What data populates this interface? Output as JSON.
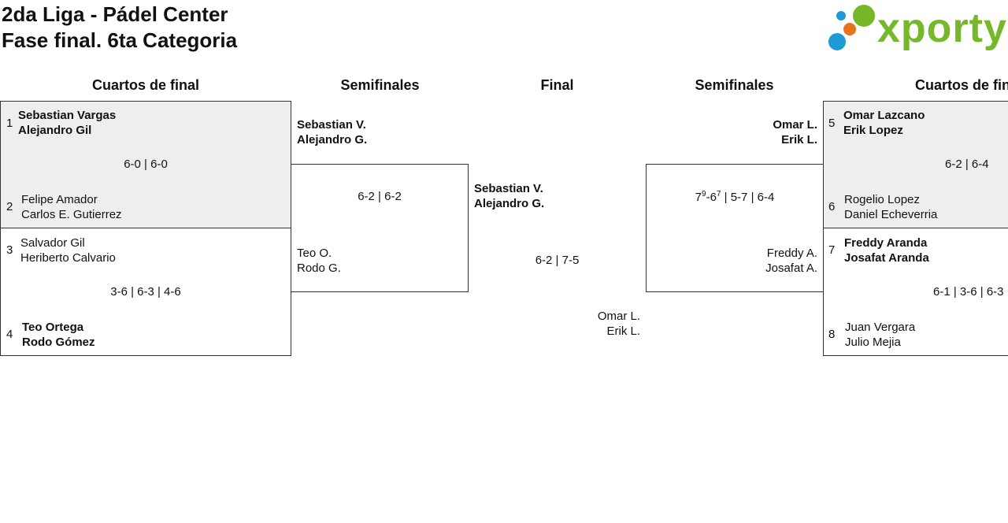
{
  "header": {
    "title_line1": "2da Liga - Pádel Center",
    "title_line2": "Fase final. 6ta Categoria"
  },
  "logo": {
    "text": "xporty",
    "colors": {
      "green": "#77b82a",
      "blue": "#1e9bd7",
      "orange": "#e8731e"
    }
  },
  "columns": {
    "left_quarters": "Cuartos de final",
    "left_semis": "Semifinales",
    "final": "Final",
    "right_semis": "Semifinales",
    "right_quarters": "Cuartos de final"
  },
  "left_quarters": {
    "match1": {
      "seed_a": "1",
      "a1": "Sebastian Vargas",
      "a2": "Alejandro Gil",
      "score": "6-0 | 6-0",
      "seed_b": "2",
      "b1": "Felipe Amador",
      "b2": "Carlos E. Gutierrez"
    },
    "match2": {
      "seed_a": "3",
      "a1": "Salvador Gil",
      "a2": "Heriberto Calvario",
      "score": "3-6 | 6-3 | 4-6",
      "seed_b": "4",
      "b1": "Teo Ortega",
      "b2": "Rodo Gómez"
    }
  },
  "left_semis": {
    "a1": "Sebastian V.",
    "a2": "Alejandro G.",
    "score": "6-2 | 6-2",
    "b1": "Teo O.",
    "b2": "Rodo G."
  },
  "final": {
    "a1": "Sebastian V.",
    "a2": "Alejandro G.",
    "score": "6-2 | 7-5",
    "b1": "Omar L.",
    "b2": "Erik L."
  },
  "right_semis": {
    "a1": "Omar L.",
    "a2": "Erik L.",
    "score_base1": "7",
    "score_sup1": "9",
    "score_mid": "-6",
    "score_sup2": "7",
    "score_rest": " | 5-7 | 6-4",
    "b1": "Freddy A.",
    "b2": "Josafat A."
  },
  "right_quarters": {
    "match1": {
      "seed_a": "5",
      "a1": "Omar Lazcano",
      "a2": "Erik Lopez",
      "score": "6-2 | 6-4",
      "seed_b": "6",
      "b1": "Rogelio Lopez",
      "b2": "Daniel Echeverria"
    },
    "match2": {
      "seed_a": "7",
      "a1": "Freddy Aranda",
      "a2": "Josafat Aranda",
      "score": "6-1 | 3-6 | 6-3",
      "seed_b": "8",
      "b1": "Juan Vergara",
      "b2": "Julio Mejia"
    }
  }
}
